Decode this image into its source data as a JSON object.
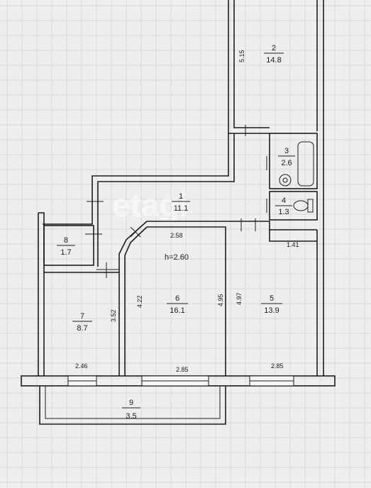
{
  "watermark": "etagi",
  "ceiling_height": "h=2.60",
  "rooms": [
    {
      "id": "room-1",
      "number": "1",
      "area": "11.1"
    },
    {
      "id": "room-2",
      "number": "2",
      "area": "14.8"
    },
    {
      "id": "room-3",
      "number": "3",
      "area": "2.6"
    },
    {
      "id": "room-4",
      "number": "4",
      "area": "1.3"
    },
    {
      "id": "room-5",
      "number": "5",
      "area": "13.9"
    },
    {
      "id": "room-6",
      "number": "6",
      "area": "16.1"
    },
    {
      "id": "room-7",
      "number": "7",
      "area": "8.7"
    },
    {
      "id": "room-8",
      "number": "8",
      "area": "1.7"
    },
    {
      "id": "room-9",
      "number": "9",
      "area": "3.5"
    }
  ],
  "dimensions": {
    "d_515": "5.15",
    "d_258": "2.58",
    "d_141": "1.41",
    "d_422": "4.22",
    "d_352": "3.52",
    "d_495": "4.95",
    "d_497": "4.97",
    "d_246": "2.46",
    "d_285_a": "2.85",
    "d_285_b": "2.85"
  }
}
